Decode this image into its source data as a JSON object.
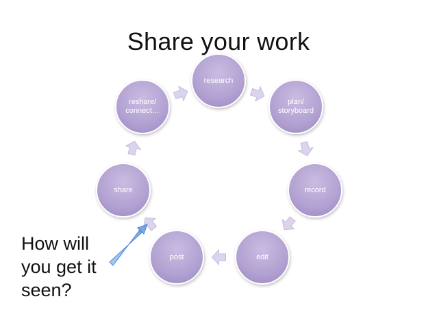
{
  "slide": {
    "title": "Share your work",
    "question": "How will\nyou get it\nseen?"
  },
  "cycle": {
    "steps": [
      {
        "label": "research"
      },
      {
        "label": "plan/\nstoryboard"
      },
      {
        "label": "record"
      },
      {
        "label": "edit"
      },
      {
        "label": "post"
      },
      {
        "label": "share"
      },
      {
        "label": "reshare/\nconnect…"
      }
    ]
  },
  "colors": {
    "node_fill": "#b9a9d6",
    "node_border": "#ffffff",
    "cycle_arrow": "#dcd4ec",
    "callout_arrow": "#7fb2ec"
  }
}
